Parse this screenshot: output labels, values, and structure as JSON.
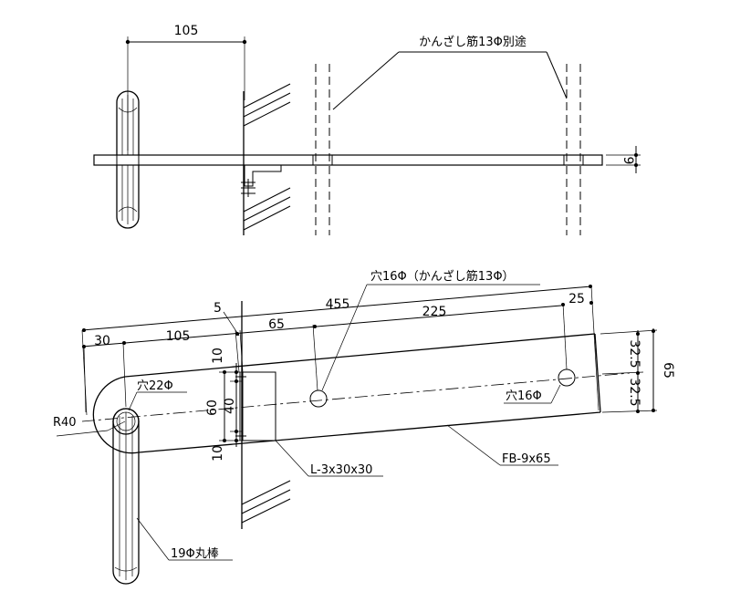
{
  "top_view": {
    "dim_105": "105",
    "dim_9": "9",
    "label_kanzashi": "かんざし筋13Φ別途"
  },
  "front_view": {
    "dim_5": "5",
    "dim_455": "455",
    "dim_30": "30",
    "dim_105": "105",
    "dim_65": "65",
    "dim_225": "225",
    "dim_25": "25",
    "dim_32_5_top": "32.5",
    "dim_32_5_bottom": "32.5",
    "dim_65_right": "65",
    "dim_10_top": "10",
    "dim_60": "60",
    "dim_40": "40",
    "dim_10_bottom": "10",
    "label_hole22": "穴22Φ",
    "label_r40": "R40",
    "label_hole16_kanzashi": "穴16Φ（かんざし筋13Φ）",
    "label_hole16": "穴16Φ",
    "label_angle": "L-3x30x30",
    "label_flatbar": "FB-9x65",
    "label_roundbar": "19Φ丸棒"
  }
}
